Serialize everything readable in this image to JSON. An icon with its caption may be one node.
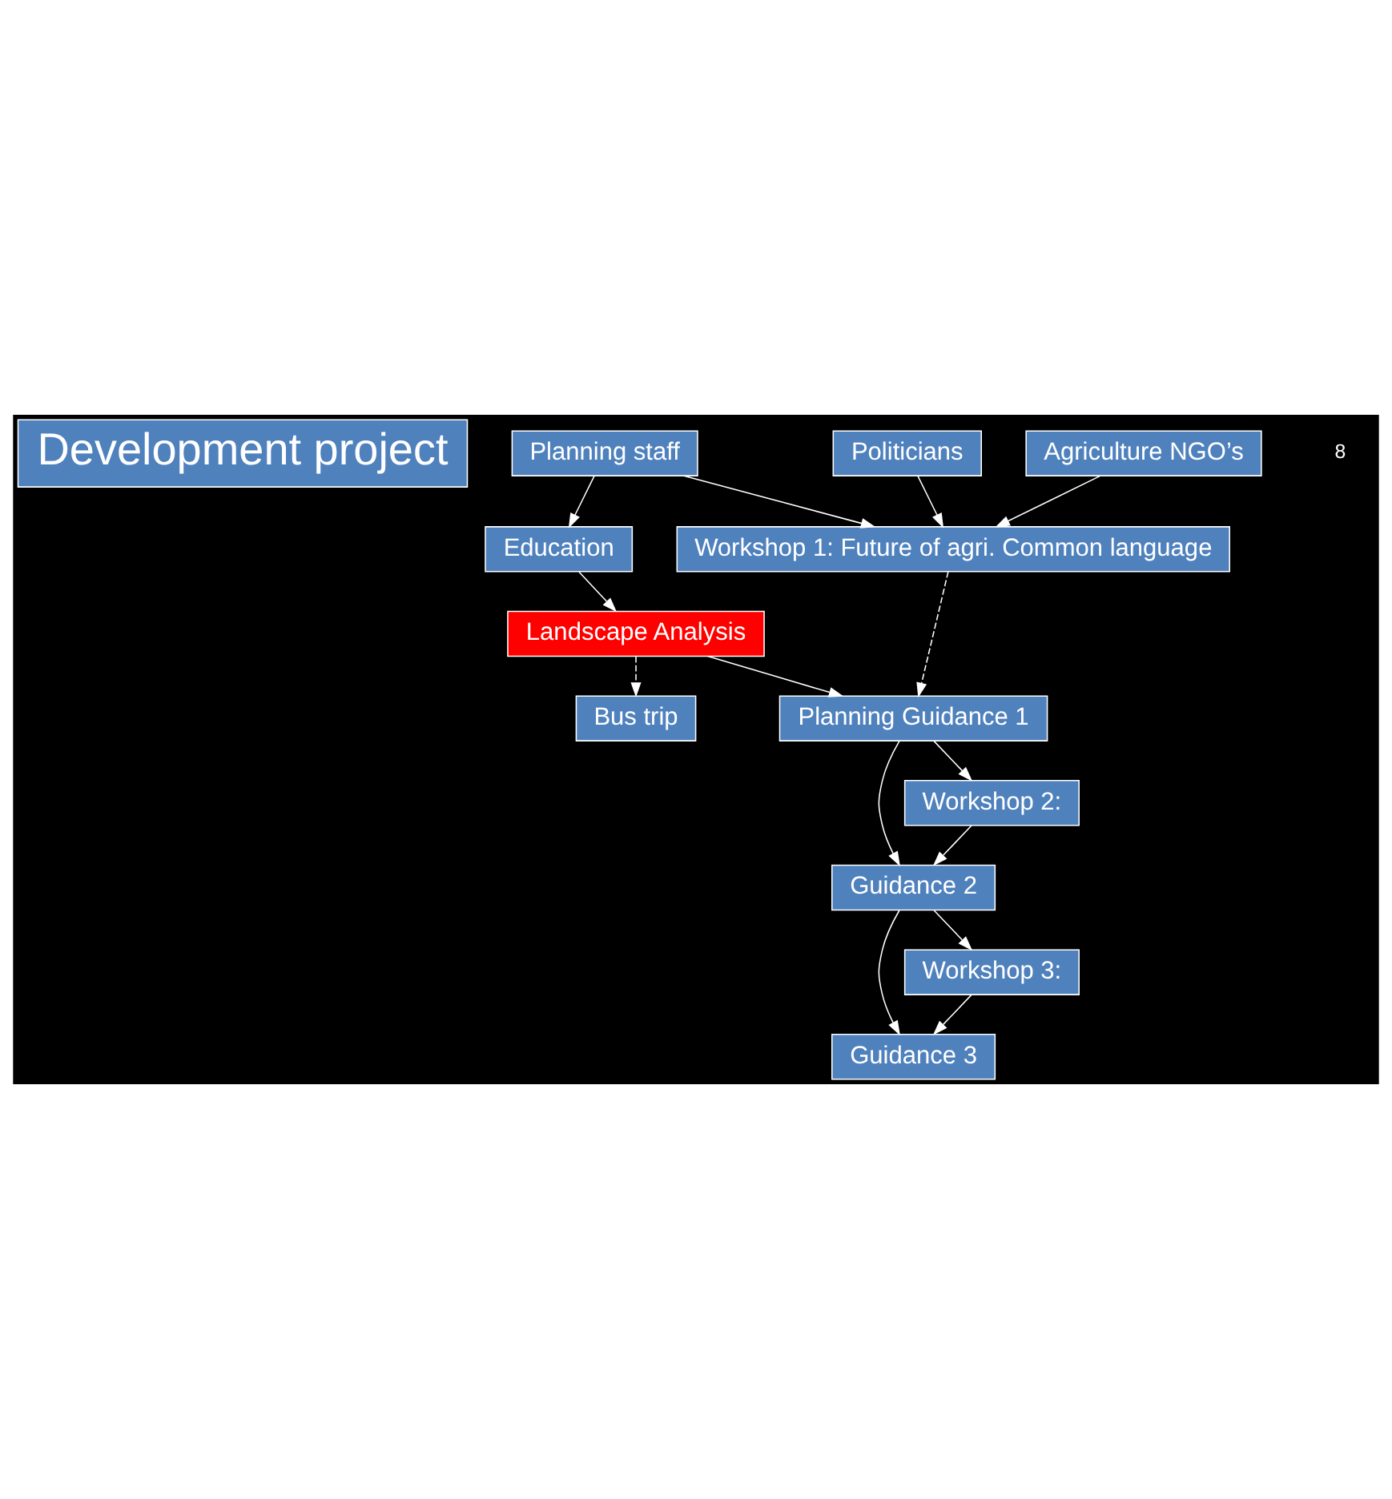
{
  "diagram": {
    "nodes": [
      {
        "text": [
          "Development project"
        ]
      },
      {
        "text": [
          "Planning staff"
        ]
      },
      {
        "text": [
          "Politicians"
        ]
      },
      {
        "text": [
          "Agriculture NGO’s"
        ]
      },
      {
        "text": [
          "Education"
        ]
      },
      {
        "text": [
          "Landscape Analysis"
        ]
      },
      {
        "text": [
          "Workshop 1: Future of agri. Common language"
        ]
      },
      {
        "text": [
          "Planning Guidance 1"
        ]
      },
      {
        "text": [
          "Bus trip"
        ]
      },
      {
        "text": [
          "Guidance 2"
        ]
      },
      {
        "text": [
          "Workshop 2:"
        ]
      },
      {
        "text": [
          "Guidance 3"
        ]
      },
      {
        "text": [
          "Workshop 3:"
        ]
      }
    ],
    "edges": [
      {
        "from": 1,
        "to": 4,
        "arrow": "to"
      },
      {
        "from": 1,
        "to": 6,
        "arrow": "to"
      },
      {
        "from": 2,
        "to": 6,
        "arrow": "to"
      },
      {
        "from": 3,
        "to": 6,
        "arrow": "to"
      },
      {
        "from": 4,
        "to": 5,
        "arrow": "to"
      },
      {
        "from": 5,
        "to": 7,
        "arrow": "to"
      },
      {
        "from": 5,
        "to": 8,
        "arrow": "to",
        "style": "dashed"
      },
      {
        "from": 6,
        "to": 7,
        "arrow": "to",
        "style": "dashed"
      },
      {
        "from": 7,
        "to": 9,
        "arrow": "to"
      },
      {
        "from": 7,
        "to": 10,
        "arrow": "to"
      },
      {
        "from": 10,
        "to": 9,
        "arrow": "to"
      },
      {
        "from": 9,
        "to": 11,
        "arrow": "to"
      },
      {
        "from": 9,
        "to": 12,
        "arrow": "to"
      },
      {
        "from": 12,
        "to": 11,
        "arrow": "to"
      }
    ],
    "labels": [
      "8"
    ]
  }
}
